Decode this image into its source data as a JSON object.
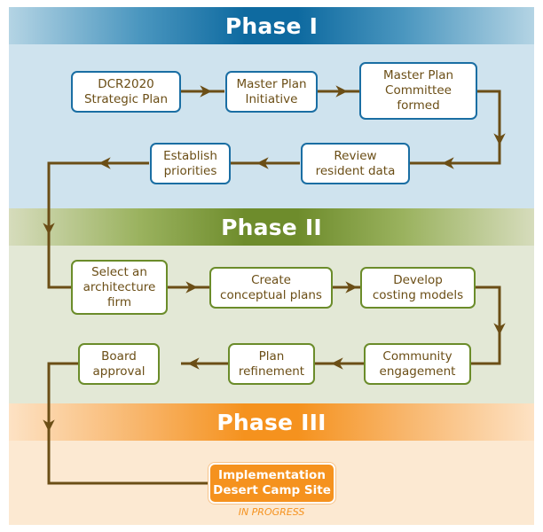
{
  "title": "Master Plan process flowchart",
  "colors": {
    "phase1": "#0e6aa0",
    "phase2": "#6e8c2c",
    "phase3": "#f5921e",
    "connector": "#6b4e16"
  },
  "phases": [
    {
      "label": "Phase I",
      "steps": [
        {
          "label": "DCR2020\nStrategic Plan"
        },
        {
          "label": "Master Plan\nInitiative"
        },
        {
          "label": "Master Plan\nCommittee\nformed"
        },
        {
          "label": "Review\nresident data"
        },
        {
          "label": "Establish\npriorities"
        }
      ]
    },
    {
      "label": "Phase II",
      "steps": [
        {
          "label": "Select an\narchitecture\nfirm"
        },
        {
          "label": "Create\nconceptual plans"
        },
        {
          "label": "Develop\ncosting models"
        },
        {
          "label": "Community\nengagement"
        },
        {
          "label": "Plan\nrefinement"
        },
        {
          "label": "Board\napproval"
        }
      ]
    },
    {
      "label": "Phase III",
      "steps": [
        {
          "label": "Implementation\nDesert Camp Site",
          "status": "IN PROGRESS"
        }
      ]
    }
  ]
}
